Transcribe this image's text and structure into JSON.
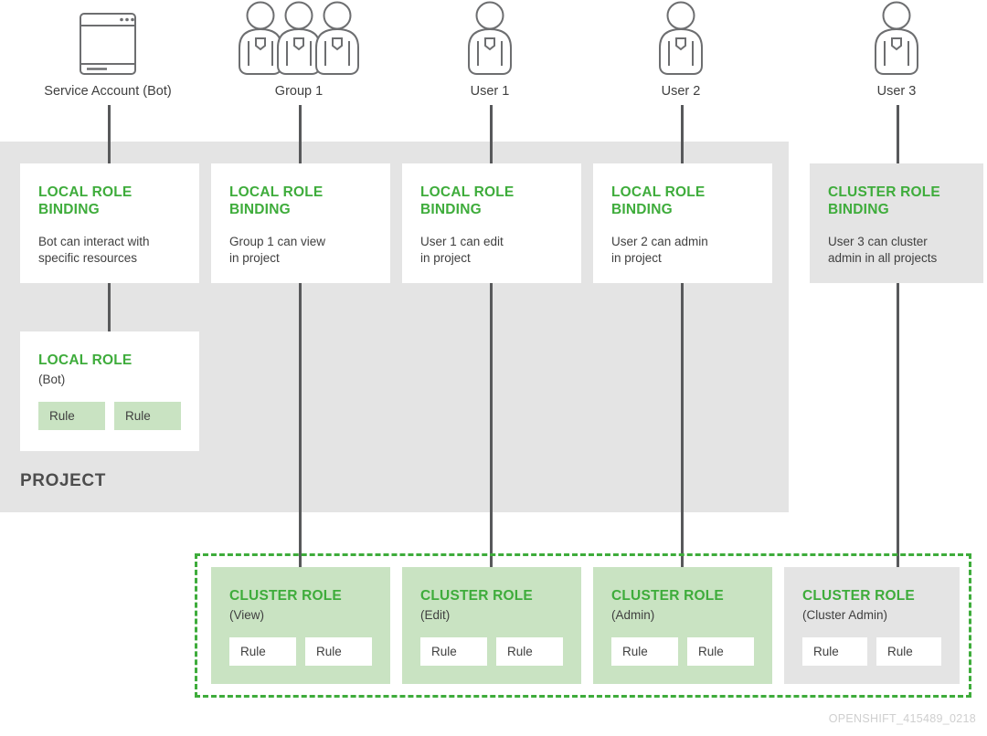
{
  "diagram": {
    "project_label": "PROJECT",
    "watermark": "OPENSHIFT_415489_0218",
    "colors": {
      "green_heading": "#3eac3b",
      "green_fill": "#c9e3c2",
      "gray_band": "#e4e4e4",
      "text": "#3f3f3f",
      "connector": "#58595b",
      "watermark": "#cfcfcf"
    }
  },
  "actors": [
    {
      "id": "service-account",
      "label": "Service Account (Bot)",
      "icon": "browser-window-icon"
    },
    {
      "id": "group-1",
      "label": "Group 1",
      "icon": "user-group-icon"
    },
    {
      "id": "user-1",
      "label": "User 1",
      "icon": "user-icon"
    },
    {
      "id": "user-2",
      "label": "User 2",
      "icon": "user-icon"
    },
    {
      "id": "user-3",
      "label": "User 3",
      "icon": "user-icon"
    }
  ],
  "bindings": [
    {
      "id": "binding-bot",
      "title": "LOCAL ROLE\nBINDING",
      "desc": "Bot can interact with\nspecific resources",
      "style": "white"
    },
    {
      "id": "binding-group-1",
      "title": "LOCAL ROLE\nBINDING",
      "desc": "Group 1 can view\nin project",
      "style": "white"
    },
    {
      "id": "binding-user-1",
      "title": "LOCAL ROLE\nBINDING",
      "desc": "User 1 can edit\nin project",
      "style": "white"
    },
    {
      "id": "binding-user-2",
      "title": "LOCAL ROLE\nBINDING",
      "desc": "User 2 can admin\nin project",
      "style": "white"
    },
    {
      "id": "binding-user-3",
      "title": "CLUSTER ROLE\nBINDING",
      "desc": "User 3 can cluster\nadmin in all projects",
      "style": "gray"
    }
  ],
  "local_role": {
    "id": "local-role-bot",
    "title": "LOCAL ROLE",
    "sub": "(Bot)",
    "rules": [
      "Rule",
      "Rule"
    ],
    "style": "white",
    "rule_style": "greenfill"
  },
  "cluster_roles": [
    {
      "id": "cluster-role-view",
      "title": "CLUSTER ROLE",
      "sub": "(View)",
      "rules": [
        "Rule",
        "Rule"
      ],
      "style": "green",
      "rule_style": "whitefill"
    },
    {
      "id": "cluster-role-edit",
      "title": "CLUSTER ROLE",
      "sub": "(Edit)",
      "rules": [
        "Rule",
        "Rule"
      ],
      "style": "green",
      "rule_style": "whitefill"
    },
    {
      "id": "cluster-role-admin",
      "title": "CLUSTER ROLE",
      "sub": "(Admin)",
      "rules": [
        "Rule",
        "Rule"
      ],
      "style": "green",
      "rule_style": "whitefill"
    },
    {
      "id": "cluster-role-cluster-admin",
      "title": "CLUSTER ROLE",
      "sub": "(Cluster Admin)",
      "rules": [
        "Rule",
        "Rule"
      ],
      "style": "gray",
      "rule_style": "whitefill"
    }
  ]
}
